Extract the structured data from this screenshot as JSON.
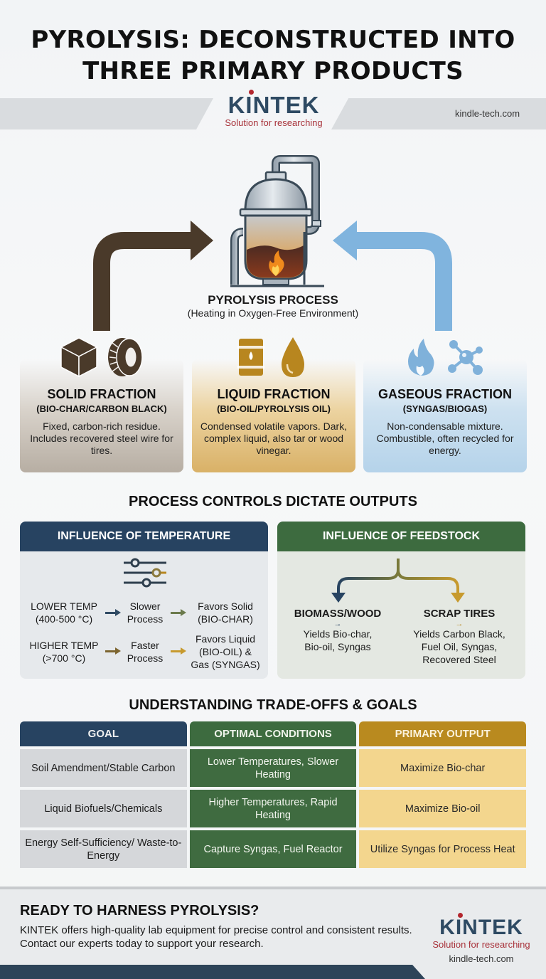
{
  "title": {
    "line1": "PYROLYSIS: DECONSTRUCTED INTO",
    "line2": "THREE PRIMARY PRODUCTS"
  },
  "brand": {
    "name": "KINTEK",
    "tagline": "Solution for researching",
    "url": "kindle-tech.com",
    "colors": {
      "primary": "#2e4a63",
      "accent": "#a8323a"
    }
  },
  "process": {
    "title": "PYROLYSIS PROCESS",
    "subtitle": "(Heating in Oxygen-Free Environment)",
    "icon": "reactor-vessel-icon"
  },
  "fractions": [
    {
      "title": "SOLID FRACTION",
      "subtitle": "(BIO-CHAR/CARBON BLACK)",
      "description": "Fixed, carbon-rich residue. Includes recovered steel wire for tires.",
      "icons": [
        "cube-icon",
        "tire-icon"
      ],
      "color": "#4a3a2a"
    },
    {
      "title": "LIQUID FRACTION",
      "subtitle": "(BIO-OIL/PYROLYSIS OIL)",
      "description": "Condensed volatile vapors. Dark, complex liquid, also tar or wood vinegar.",
      "icons": [
        "oil-barrel-icon",
        "droplet-icon"
      ],
      "color": "#b8861f"
    },
    {
      "title": "GASEOUS FRACTION",
      "subtitle": "(SYNGAS/BIOGAS)",
      "description": "Non-condensable mixture. Combustible, often recycled for energy.",
      "icons": [
        "flame-icon",
        "molecule-icon"
      ],
      "color": "#7fb1da"
    }
  ],
  "controls": {
    "title": "PROCESS CONTROLS DICTATE OUTPUTS",
    "temperature": {
      "header": "INFLUENCE OF TEMPERATURE",
      "rows": [
        {
          "condition_1": "LOWER TEMP",
          "condition_2": "(400-500 °C)",
          "speed_1": "Slower",
          "speed_2": "Process",
          "result_1": "Favors Solid",
          "result_2": "(BIO-CHAR)"
        },
        {
          "condition_1": "HIGHER TEMP",
          "condition_2": "(>700 °C)",
          "speed_1": "Faster",
          "speed_2": "Process",
          "result_1": "Favors Liquid",
          "result_2": "(BIO-OIL) &",
          "result_3": "Gas (SYNGAS)"
        }
      ]
    },
    "feedstock": {
      "header": "INFLUENCE OF FEEDSTOCK",
      "items": [
        {
          "name": "BIOMASS/WOOD",
          "arrow": "→",
          "yield_1": "Yields Bio-char,",
          "yield_2": "Bio-oil, Syngas"
        },
        {
          "name": "SCRAP TIRES",
          "arrow": "→",
          "yield_1": "Yields Carbon Black,",
          "yield_2": "Fuel Oil, Syngas,",
          "yield_3": "Recovered Steel"
        }
      ]
    }
  },
  "tradeoffs": {
    "title": "UNDERSTANDING TRADE-OFFS & GOALS",
    "headers": [
      "GOAL",
      "OPTIMAL CONDITIONS",
      "PRIMARY OUTPUT"
    ],
    "rows": [
      [
        "Soil Amendment/Stable Carbon",
        "Lower Temperatures, Slower Heating",
        "Maximize Bio-char"
      ],
      [
        "Liquid Biofuels/Chemicals",
        "Higher Temperatures, Rapid Heating",
        "Maximize Bio-oil"
      ],
      [
        "Energy Self-Sufficiency/ Waste-to-Energy",
        "Capture Syngas, Fuel Reactor",
        "Utilize Syngas for Process Heat"
      ]
    ]
  },
  "footer": {
    "title": "READY TO HARNESS PYROLYSIS?",
    "text": "KINTEK offers high-quality lab equipment for precise control and consistent results. Contact our experts today to support your research."
  }
}
